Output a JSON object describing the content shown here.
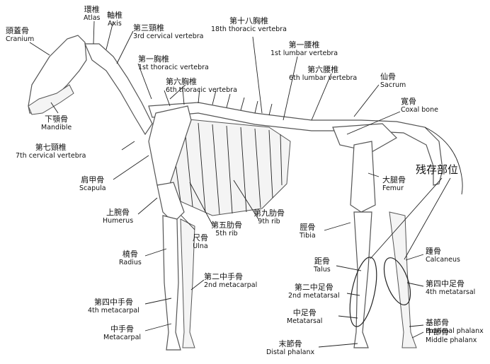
{
  "callout": "残存部位",
  "labels": {
    "cranium": {
      "ja": "頭蓋骨",
      "en": "Cranium"
    },
    "atlas": {
      "ja": "環椎",
      "en": "Atlas"
    },
    "axis": {
      "ja": "軸椎",
      "en": "Axis"
    },
    "cervical3": {
      "ja": "第三頸椎",
      "en": "3rd cervical vertebra"
    },
    "thoracic1": {
      "ja": "第一胸椎",
      "en": "1st thoracic vertebra"
    },
    "thoracic6": {
      "ja": "第六胸椎",
      "en": "6th thoracic vertebra"
    },
    "thoracic18": {
      "ja": "第十八胸椎",
      "en": "18th thoracic vertebra"
    },
    "lumbar1": {
      "ja": "第一腰椎",
      "en": "1st lumbar vertebra"
    },
    "lumbar6": {
      "ja": "第六腰椎",
      "en": "6th lumbar vertebra"
    },
    "sacrum": {
      "ja": "仙骨",
      "en": "Sacrum"
    },
    "coxal": {
      "ja": "寛骨",
      "en": "Coxal bone"
    },
    "mandible": {
      "ja": "下顎骨",
      "en": "Mandible"
    },
    "cervical7": {
      "ja": "第七頸椎",
      "en": "7th cervical vertebra"
    },
    "scapula": {
      "ja": "肩甲骨",
      "en": "Scapula"
    },
    "humerus": {
      "ja": "上腕骨",
      "en": "Humerus"
    },
    "rib5": {
      "ja": "第五肋骨",
      "en": "5th rib"
    },
    "rib9": {
      "ja": "第九肋骨",
      "en": "9th rib"
    },
    "ulna": {
      "ja": "尺骨",
      "en": "Ulna"
    },
    "radius": {
      "ja": "橈骨",
      "en": "Radius"
    },
    "metacarpal2": {
      "ja": "第二中手骨",
      "en": "2nd metacarpal"
    },
    "metacarpal4": {
      "ja": "第四中手骨",
      "en": "4th metacarpal"
    },
    "metacarpal": {
      "ja": "中手骨",
      "en": "Metacarpal"
    },
    "femur": {
      "ja": "大腿骨",
      "en": "Femur"
    },
    "tibia": {
      "ja": "脛骨",
      "en": "Tibia"
    },
    "talus": {
      "ja": "距骨",
      "en": "Talus"
    },
    "metatarsal2": {
      "ja": "第二中足骨",
      "en": "2nd metatarsal"
    },
    "metatarsal": {
      "ja": "中足骨",
      "en": "Metatarsal"
    },
    "distal": {
      "ja": "末節骨",
      "en": "Distal phalanx"
    },
    "calcaneus": {
      "ja": "踵骨",
      "en": "Calcaneus"
    },
    "metatarsal4": {
      "ja": "第四中足骨",
      "en": "4th metatarsal"
    },
    "proximal": {
      "ja": "基節骨",
      "en": "Proximal phalanx"
    },
    "middle": {
      "ja": "中節骨",
      "en": "Middle phalanx"
    }
  }
}
